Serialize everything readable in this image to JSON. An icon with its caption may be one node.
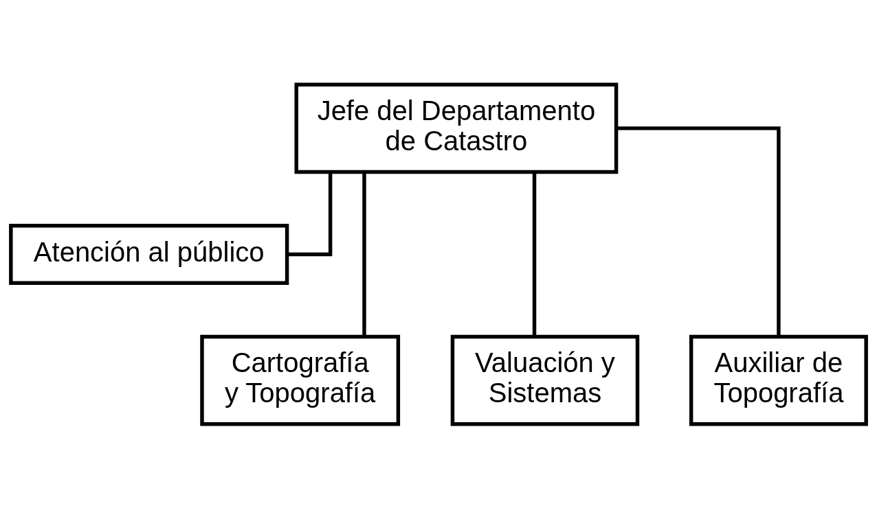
{
  "diagram": {
    "nodes": [
      {
        "text": [
          "Jefe del Departamento de Catastro"
        ]
      },
      {
        "text": [
          "Atención al público"
        ]
      },
      {
        "text": [
          "Cartografía y Topografía"
        ]
      },
      {
        "text": [
          "Valuación y Sistemas"
        ]
      },
      {
        "text": [
          "Auxiliar de Topografía"
        ]
      }
    ],
    "edges": [
      {
        "from": 0,
        "to": 1,
        "arrow": "none"
      },
      {
        "from": 0,
        "to": 2,
        "arrow": "none"
      },
      {
        "from": 0,
        "to": 3,
        "arrow": "none"
      },
      {
        "from": 0,
        "to": 4,
        "arrow": "none"
      }
    ]
  }
}
